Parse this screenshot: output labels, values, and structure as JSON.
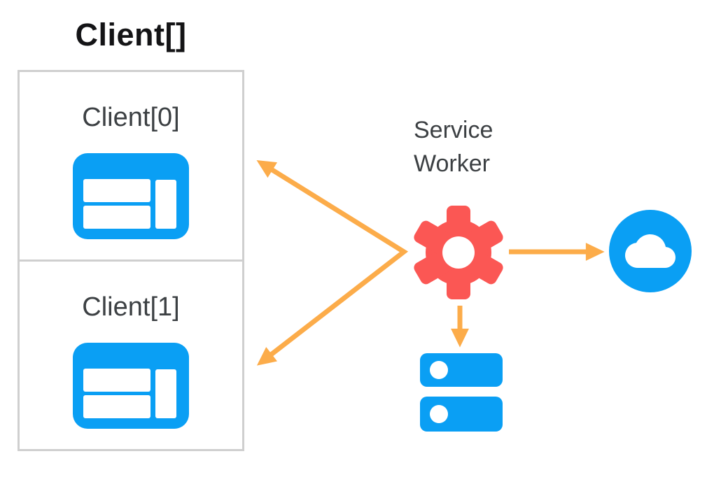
{
  "colors": {
    "blue": "#0A9FF4",
    "red": "#FB5754",
    "orange": "#FCAC4A",
    "title": "#141416",
    "label": "#3C4043",
    "border": "#CFCFCF",
    "bg": "#FFFFFF"
  },
  "diagram": {
    "title": "Client[]",
    "clients": [
      {
        "label": "Client[0]",
        "icon": "browser-window-icon"
      },
      {
        "label": "Client[1]",
        "icon": "browser-window-icon"
      }
    ],
    "service_worker": {
      "label": "Service Worker",
      "icon": "gear-icon"
    },
    "network": {
      "icon": "cloud-icon"
    },
    "storage": {
      "icon": "storage-database-icon"
    },
    "connections": [
      {
        "from": "service-worker",
        "to": "client-0",
        "style": "arrow"
      },
      {
        "from": "service-worker",
        "to": "client-1",
        "style": "arrow"
      },
      {
        "from": "service-worker",
        "to": "cloud",
        "style": "arrow"
      },
      {
        "from": "service-worker",
        "to": "storage",
        "style": "arrow"
      }
    ]
  }
}
